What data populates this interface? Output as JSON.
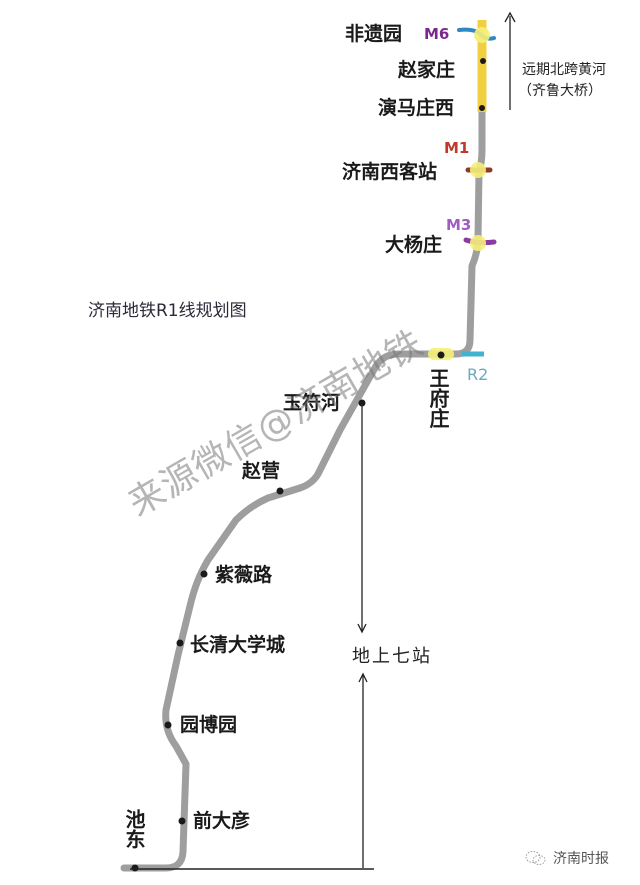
{
  "title": "济南地铁R1线规划图",
  "watermark": "来源微信@济南地铁",
  "credit": {
    "icon": "wechat-icon",
    "text": "济南时报"
  },
  "colors": {
    "line_main": "#9e9e9e",
    "line_future": "#f0d040",
    "transfer_highlight": "#f5f07a",
    "M6": "#2f88c2",
    "M6_label": "#7b2a8c",
    "M1": "#8a3b2a",
    "M1_label": "#c0392b",
    "M3": "#8a3aa0",
    "M3_label": "#a15cc4",
    "R2": "#3fb3d0",
    "R2_label": "#6aa9c2",
    "station_dot": "#1a1a1a"
  },
  "stations": [
    {
      "name": "非遗园",
      "transfer": "M6",
      "section": "future"
    },
    {
      "name": "赵家庄",
      "section": "future"
    },
    {
      "name": "演马庄西",
      "section": "future"
    },
    {
      "name": "济南西客站",
      "transfer": "M1"
    },
    {
      "name": "大杨庄",
      "transfer": "M3"
    },
    {
      "name": "王府庄",
      "transfer": "R2"
    },
    {
      "name": "玉符河"
    },
    {
      "name": "赵营"
    },
    {
      "name": "紫薇路"
    },
    {
      "name": "长清大学城"
    },
    {
      "name": "园博园"
    },
    {
      "name": "前大彦"
    },
    {
      "name": "池东"
    }
  ],
  "transfer_lines": {
    "M6": "M6",
    "M1": "M1",
    "M3": "M3",
    "R2": "R2"
  },
  "annotations": {
    "future_north_line1": "远期北跨黄河",
    "future_north_line2": "（齐鲁大桥）",
    "elevated": "地上七站"
  }
}
